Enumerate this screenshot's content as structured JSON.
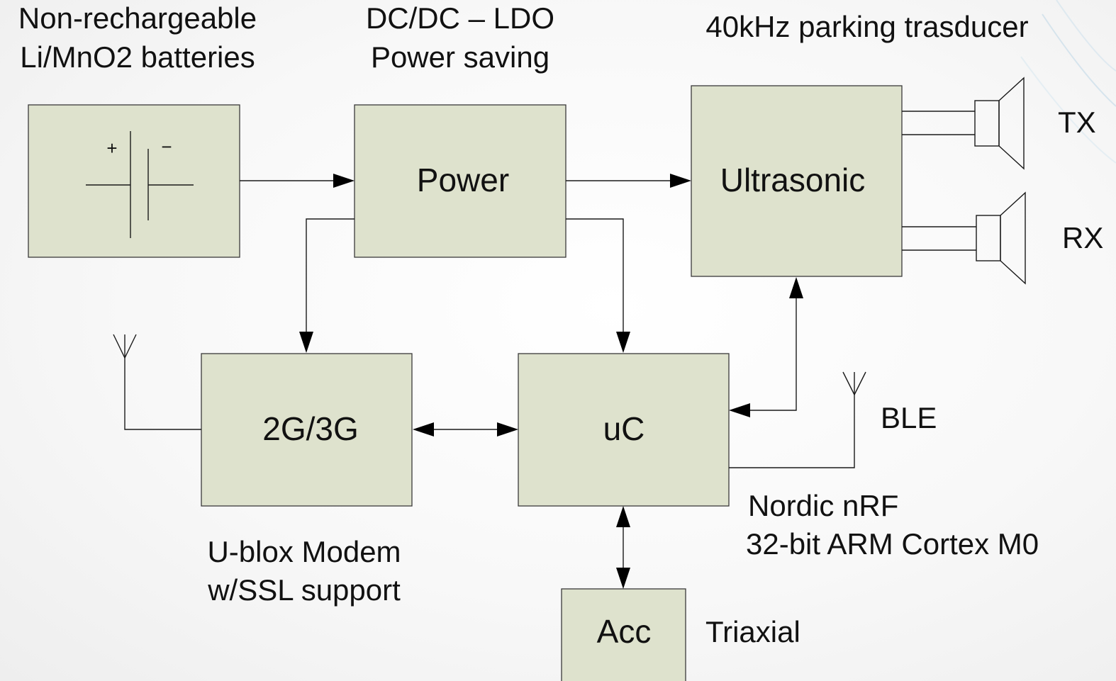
{
  "captions": {
    "battery_line1": "Non-rechargeable",
    "battery_line2": "Li/MnO2 batteries",
    "power_line1": "DC/DC – LDO",
    "power_line2": "Power saving",
    "transducer": "40kHz parking trasducer",
    "modem_line1": "U-blox Modem",
    "modem_line2": "w/SSL support",
    "nordic_line1": "Nordic nRF",
    "nordic_line2": "32-bit ARM Cortex M0",
    "acc_caption": "Triaxial",
    "tx": "TX",
    "rx": "RX",
    "ble": "BLE"
  },
  "blocks": {
    "power": "Power",
    "ultrasonic": "Ultrasonic",
    "modem": "2G/3G",
    "uc": "uC",
    "acc": "Acc"
  },
  "battery_symbol": {
    "plus": "+",
    "minus": "−"
  },
  "colors": {
    "block_fill": "#dee2cd",
    "line": "#1a1a1a",
    "background": "#f6f6f6"
  }
}
